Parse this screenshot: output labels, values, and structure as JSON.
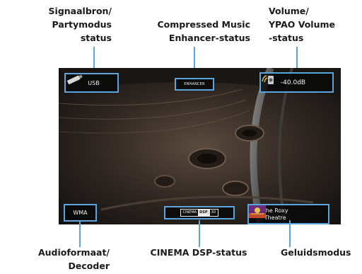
{
  "callouts": {
    "signal_source": [
      "Signaalbron/",
      "Partymodus",
      "status"
    ],
    "enhancer": [
      "Compressed Music",
      "Enhancer-status"
    ],
    "volume": [
      "Volume/",
      "YPAO Volume",
      "-status"
    ],
    "audio_format": [
      "Audioformaat/",
      "Decoder"
    ],
    "cinema_dsp": [
      "CINEMA DSP-status"
    ],
    "sound_mode": [
      "Geluidsmodus"
    ]
  },
  "osd": {
    "source": "USB",
    "enhancer": "ENHANCER",
    "volume": "-40.0dB",
    "audio_format": "WMA",
    "cinema_dsp_parts": [
      "CINEMA",
      "DSP",
      "3D"
    ],
    "sound_program": [
      "The Roxy",
      "Theatre"
    ]
  },
  "icons": {
    "source": "usb-stick-icon",
    "volume": "speaker-ypao-icon",
    "program": "roxy-theatre-icon"
  },
  "colors": {
    "highlight": "#5aa5de",
    "screen_bg": "#151312",
    "text": "#1a1a1a"
  }
}
